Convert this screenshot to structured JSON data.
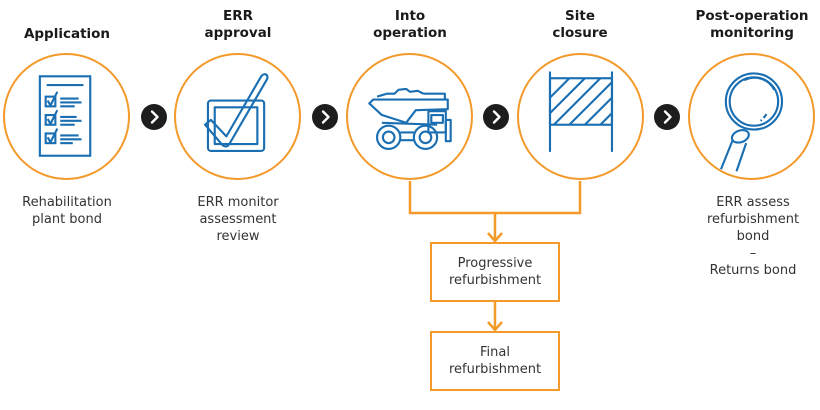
{
  "colors": {
    "accent_orange": "#f39a2b",
    "icon_blue": "#1a6fb3",
    "chevron_dark": "#1d1d1d",
    "text": "#333333"
  },
  "stages": [
    {
      "title": [
        "Application"
      ],
      "icon": "checklist-document-icon",
      "description": [
        "Rehabilitation",
        "plant bond"
      ]
    },
    {
      "title": [
        "ERR",
        "approval"
      ],
      "icon": "checkbox-tick-icon",
      "description": [
        "ERR monitor",
        "assessment",
        "review"
      ]
    },
    {
      "title": [
        "Into",
        "operation"
      ],
      "icon": "mining-dump-truck-icon",
      "description": []
    },
    {
      "title": [
        "Site",
        "closure"
      ],
      "icon": "barrier-icon",
      "description": []
    },
    {
      "title": [
        "Post-operation",
        "monitoring"
      ],
      "icon": "magnifying-glass-icon",
      "description": [
        "ERR assess",
        "refurbishment",
        "bond",
        "–",
        "Returns bond"
      ]
    }
  ],
  "arrows": [
    "chevron-right-icon",
    "chevron-right-icon",
    "chevron-right-icon",
    "chevron-right-icon"
  ],
  "substeps": [
    {
      "label": [
        "Progressive",
        "refurbishment"
      ]
    },
    {
      "label": [
        "Final",
        "refurbishment"
      ]
    }
  ]
}
